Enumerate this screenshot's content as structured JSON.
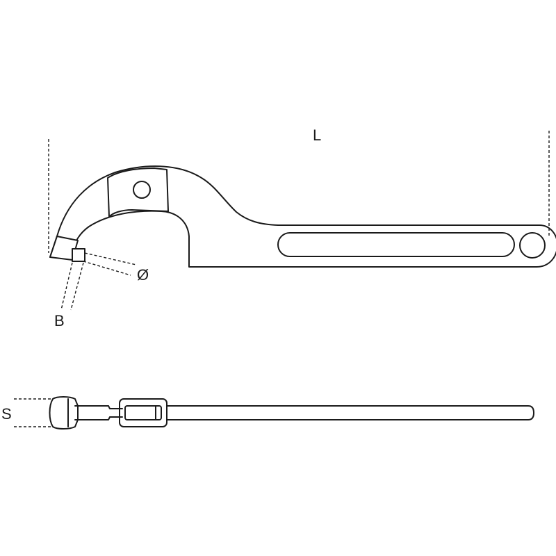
{
  "labels": {
    "length": "L",
    "diameter": "Ø",
    "pin": "B",
    "thickness": "S"
  },
  "colors": {
    "line": "#1a1a1a",
    "background": "#ffffff"
  }
}
